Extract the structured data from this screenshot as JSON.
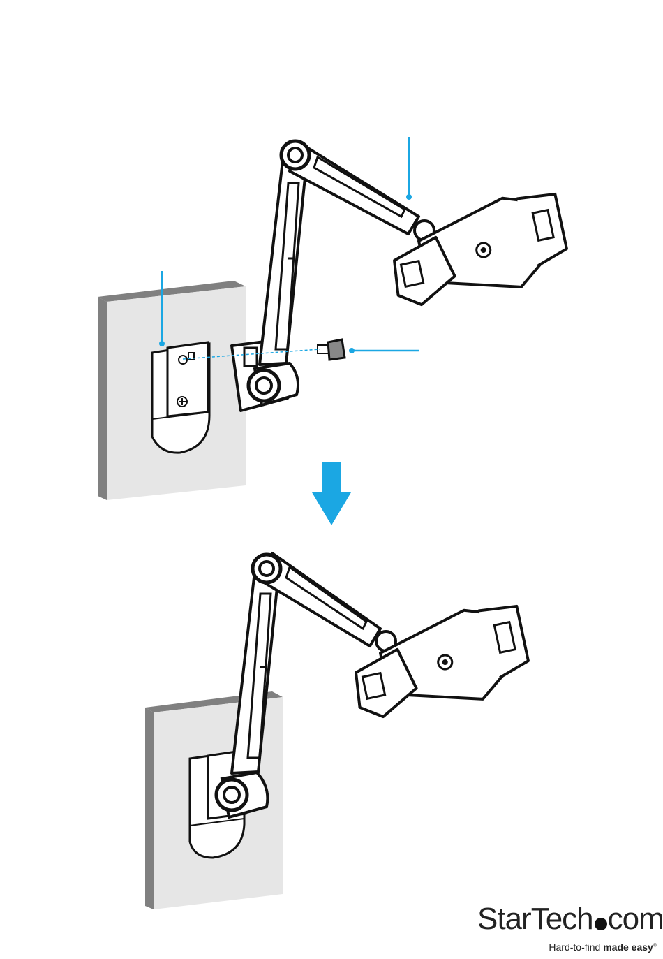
{
  "colors": {
    "accent": "#1ba7e3",
    "wall_face": "#e6e6e6",
    "wall_edge": "#808080",
    "ink": "#111111"
  },
  "arrow": {
    "direction": "down",
    "color": "#1ba7e3"
  },
  "brand": {
    "wordmark_left": "StarTech",
    "wordmark_right": "com",
    "tagline_regular": "Hard-to-find",
    "tagline_bold": "made easy",
    "registered": "®"
  }
}
